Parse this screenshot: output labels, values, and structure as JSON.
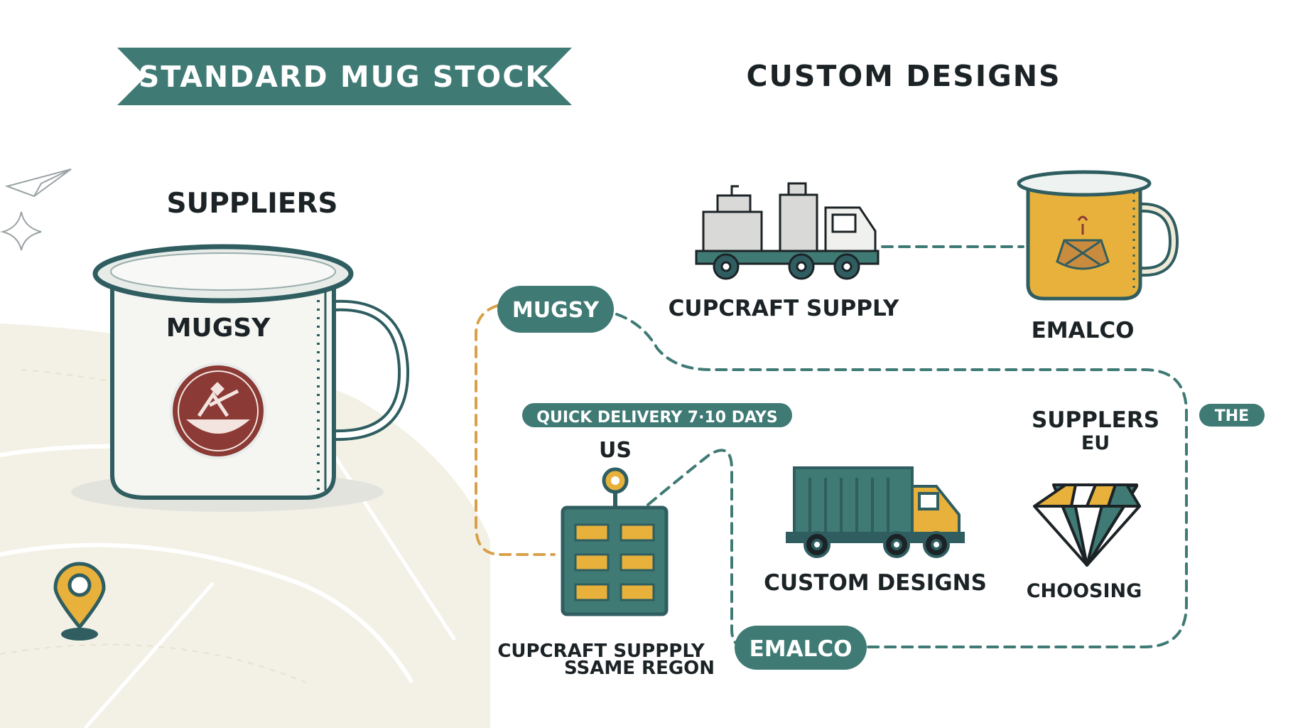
{
  "banner": {
    "standard_stock": "STANDARD MUG STOCK"
  },
  "headings": {
    "custom_designs": "CUSTOM DESIGNS",
    "suppliers": "SUPPLIERS"
  },
  "mug_main": {
    "label": "MUGSY"
  },
  "pills": {
    "mugsy": "MUGSY",
    "quick_delivery": "QUICK  DELIVERY  7·10  DAYS",
    "the": "THE",
    "emalco": "EMALCO"
  },
  "labels": {
    "cupcraft_supply_top": "CUPCRAFT  SUPPLY",
    "emalco_top": "EMALCO",
    "us": "US",
    "suppliers_eu_line1": "SUPPLERS",
    "suppliers_eu_line2": "EU",
    "custom_designs_truck": "CUSTOM  DESIGNS",
    "choosing": "CHOOSING",
    "cupcraft_bottom_line1": "CUPCRAFT  SUPPPLY",
    "cupcraft_bottom_line2": "SSAME  REGON"
  },
  "colors": {
    "teal": "#3f7a74",
    "dark_teal": "#2f5d60",
    "mustard": "#e7b13c",
    "maroon": "#8b3a36",
    "orange_dash": "#d9a04a",
    "ink": "#1c2326"
  }
}
